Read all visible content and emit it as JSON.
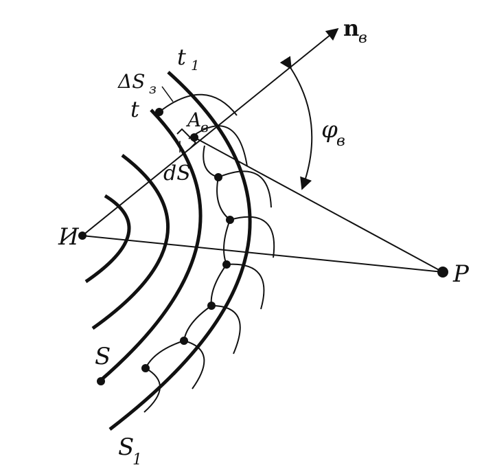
{
  "labels": {
    "source": "И",
    "observer": "Р",
    "front_s": "S",
    "front_s1": "S",
    "front_s1_sub": "1",
    "time_t": "t",
    "time_t1": "t",
    "time_t1_sub": "1",
    "delta_s": "ΔS",
    "delta_s_sub": "з",
    "point_a": "A",
    "point_a_sub": "в",
    "element_ds": "dS",
    "normal": "n",
    "normal_sub": "в",
    "angle": "φ",
    "angle_sub": "в"
  },
  "colors": {
    "ink": "#111111",
    "background": "#ffffff"
  }
}
